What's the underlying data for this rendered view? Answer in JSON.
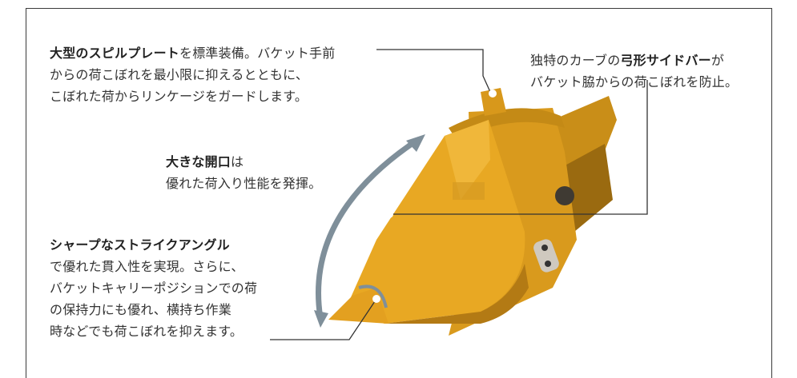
{
  "notes": {
    "spill": {
      "line1_bold": "大型のスピルプレート",
      "line1_rest": "を標準装備。バケット手前",
      "line2": "からの荷こぼれを最小限に抑えるとともに、",
      "line3": "こぼれた荷からリンケージをガードします。"
    },
    "side": {
      "line1_pre": "独特のカーブの",
      "line1_bold": "弓形サイドバー",
      "line1_post": "が",
      "line2": "バケット脇からの荷こぼれを防止。"
    },
    "opening": {
      "line1_bold": "大きな開口",
      "line1_post": "は",
      "line2": "優れた荷入り性能を発揮。"
    },
    "angle": {
      "line1_bold": "シャープなストライクアングル",
      "line2": "で優れた貫入性を実現。さらに、",
      "line3": "バケットキャリーポジションでの荷",
      "line4": "の保持力にも優れ、横持ち作業",
      "line5": "時などでも荷こぼれを抑えます。"
    }
  },
  "colors": {
    "bucket": "#e8a823",
    "bucket_shadow": "#b37a14",
    "arrow": "#7f8f9a",
    "leader": "#333333",
    "dot": "#ffffff"
  }
}
